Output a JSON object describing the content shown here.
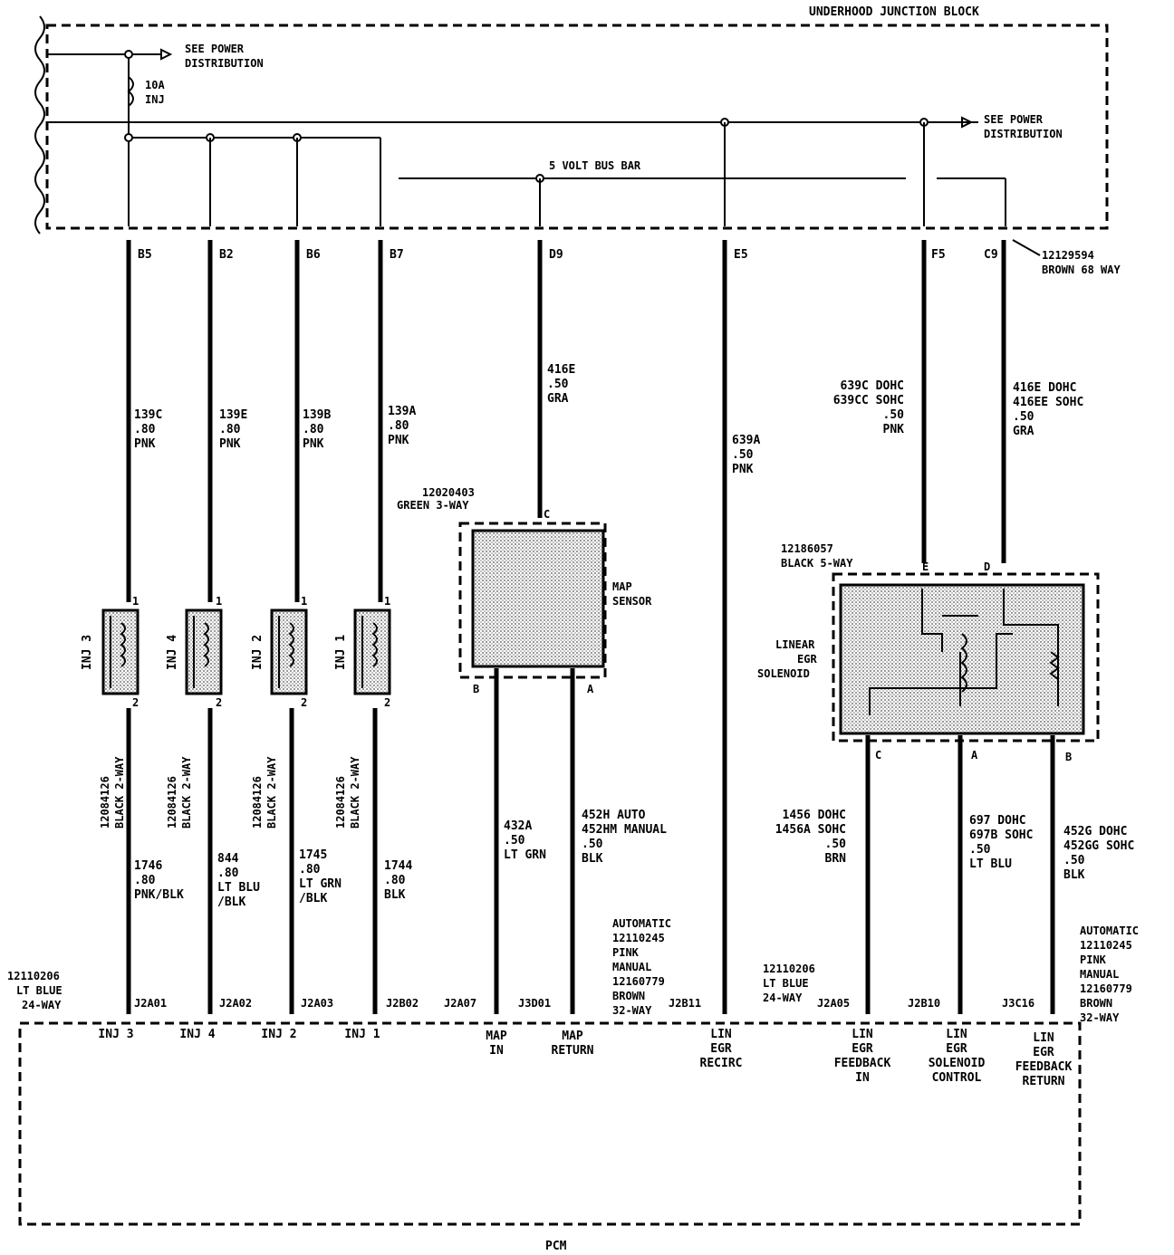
{
  "title_block": "UNDERHOOD JUNCTION BLOCK",
  "title_pcm": "PCM",
  "power": {
    "see_power_1": "SEE POWER",
    "distribution_1": "DISTRIBUTION",
    "fuse_rating": "10A",
    "fuse_name": "INJ",
    "see_power_2": "SEE POWER",
    "distribution_2": "DISTRIBUTION",
    "bus_bar": "5 VOLT BUS BAR"
  },
  "junction_connector": {
    "part": "12129594",
    "desc": "BROWN 68 WAY"
  },
  "pins_top": [
    "B5",
    "B2",
    "B6",
    "B7",
    "D9",
    "E5",
    "F5",
    "C9"
  ],
  "wires_top": [
    [
      "139C",
      ".80",
      "PNK"
    ],
    [
      "139E",
      ".80",
      "PNK"
    ],
    [
      "139B",
      ".80",
      "PNK"
    ],
    [
      "139A",
      ".80",
      "PNK"
    ],
    [
      "416E",
      ".50",
      "GRA"
    ],
    [
      "639A",
      ".50",
      "PNK"
    ],
    [
      "639C DOHC",
      "639CC SOHC",
      ".50",
      "PNK"
    ],
    [
      "416E DOHC",
      "416EE SOHC",
      ".50",
      "GRA"
    ]
  ],
  "injectors": [
    "INJ 3",
    "INJ 4",
    "INJ 2",
    "INJ 1"
  ],
  "injector_connector": [
    "12084126",
    "BLACK 2-WAY"
  ],
  "pin_1": "1",
  "pin_2": "2",
  "wires_inj_bottom": [
    [
      "1746",
      ".80",
      "PNK/BLK"
    ],
    [
      "844",
      ".80",
      "LT BLU",
      "/BLK"
    ],
    [
      "1745",
      ".80",
      "LT GRN",
      "/BLK"
    ],
    [
      "1744",
      ".80",
      "BLK"
    ]
  ],
  "map": {
    "part": "12020403",
    "desc": "GREEN 3-WAY",
    "label1": "MAP",
    "label2": "SENSOR",
    "pin_c": "C",
    "pin_b": "B",
    "pin_a": "A",
    "wire_b": [
      "432A",
      ".50",
      "LT GRN"
    ],
    "wire_a": [
      "452H AUTO",
      "452HM MANUAL",
      ".50",
      "BLK"
    ]
  },
  "egr": {
    "part": "12186057",
    "desc": "BLACK 5-WAY",
    "label1": "LINEAR",
    "label2": "EGR",
    "label3": "SOLENOID",
    "pin_e": "E",
    "pin_d": "D",
    "pin_c": "C",
    "pin_a": "A",
    "pin_b": "B",
    "wire_c": [
      "1456 DOHC",
      "1456A SOHC",
      ".50",
      "BRN"
    ],
    "wire_a": [
      "697 DOHC",
      "697B SOHC",
      ".50",
      "LT BLU"
    ],
    "wire_b": [
      "452G DOHC",
      "452GG SOHC",
      ".50",
      "BLK"
    ]
  },
  "pcm_conn_left": [
    "12110206",
    "LT BLUE",
    "24-WAY"
  ],
  "pcm_conn_mid": [
    "AUTOMATIC",
    "12110245",
    "PINK",
    "MANUAL",
    "12160779",
    "BROWN",
    "32-WAY"
  ],
  "pcm_conn_egr": [
    "12110206",
    "LT BLUE",
    "24-WAY"
  ],
  "pcm_conn_right": [
    "AUTOMATIC",
    "12110245",
    "PINK",
    "MANUAL",
    "12160779",
    "BROWN",
    "32-WAY"
  ],
  "pcm_pins": [
    "J2A01",
    "J2A02",
    "J2A03",
    "J2B02",
    "J2A07",
    "J3D01",
    "J2B11",
    "J2A05",
    "J2B10",
    "J3C16"
  ],
  "pcm_labels": [
    [
      "INJ 3"
    ],
    [
      "INJ 4"
    ],
    [
      "INJ 2"
    ],
    [
      "INJ 1"
    ],
    [
      "MAP",
      "IN"
    ],
    [
      "MAP",
      "RETURN"
    ],
    [
      "LIN",
      "EGR",
      "RECIRC"
    ],
    [
      "LIN",
      "EGR",
      "FEEDBACK",
      "IN"
    ],
    [
      "LIN",
      "EGR",
      "SOLENOID",
      "CONTROL"
    ],
    [
      "LIN",
      "EGR",
      "FEEDBACK",
      "RETURN"
    ]
  ]
}
